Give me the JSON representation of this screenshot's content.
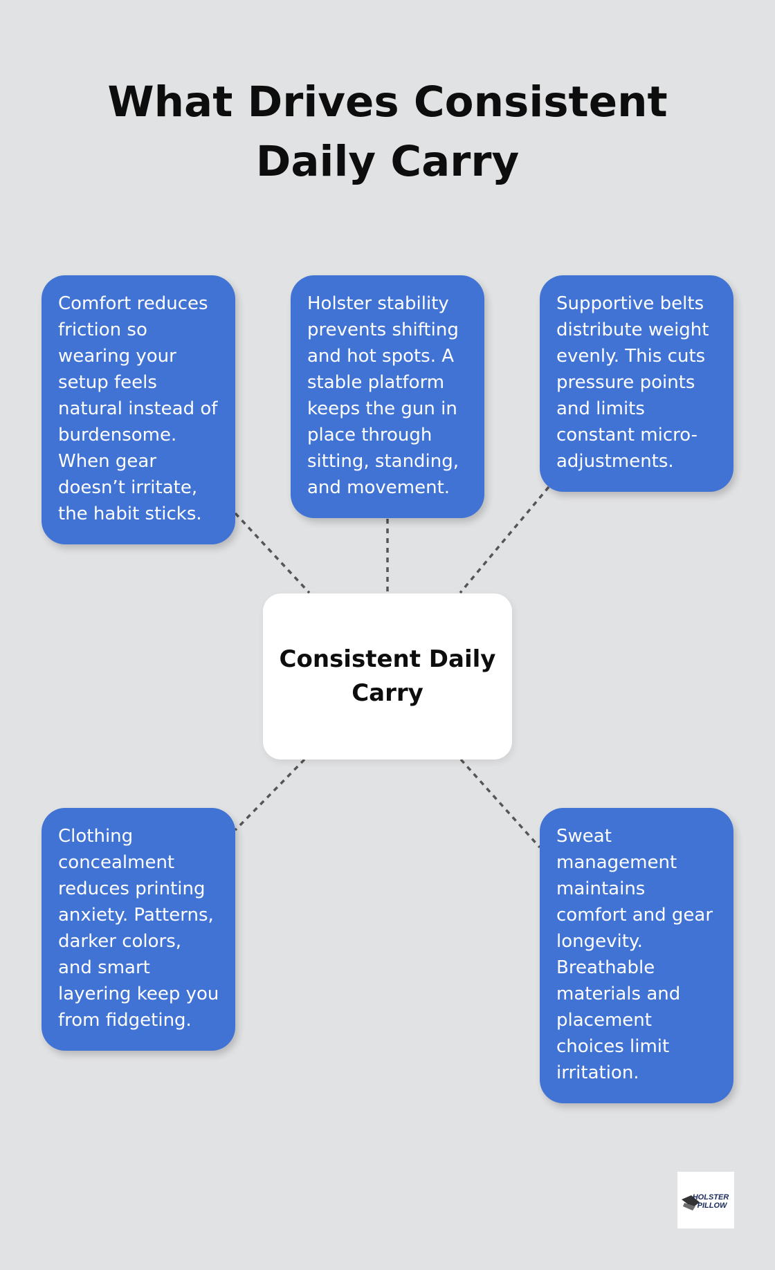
{
  "title": "What Drives Consistent Daily Carry",
  "center": {
    "label": "Consistent Daily Carry"
  },
  "nodes": [
    {
      "text": "Comfort reduces friction so wearing your setup feels natural instead of burdensome. When gear doesn’t irritate, the habit sticks."
    },
    {
      "text": "Holster stability prevents shifting and hot spots. A stable platform keeps the gun in place through sitting, standing, and movement."
    },
    {
      "text": "Supportive belts distribute weight evenly. This cuts pressure points and limits constant micro-adjustments."
    },
    {
      "text": "Clothing concealment reduces printing anxiety. Patterns, darker colors, and smart layering keep you from fidgeting."
    },
    {
      "text": "Sweat management maintains comfort and gear longevity. Breathable materials and placement choices limit irritation."
    }
  ],
  "logo": {
    "text_line1": "HOLSTER",
    "text_line2": "PILLOW"
  },
  "colors": {
    "box": "#4173d4",
    "background": "#e1e2e3",
    "connector": "#555555"
  }
}
